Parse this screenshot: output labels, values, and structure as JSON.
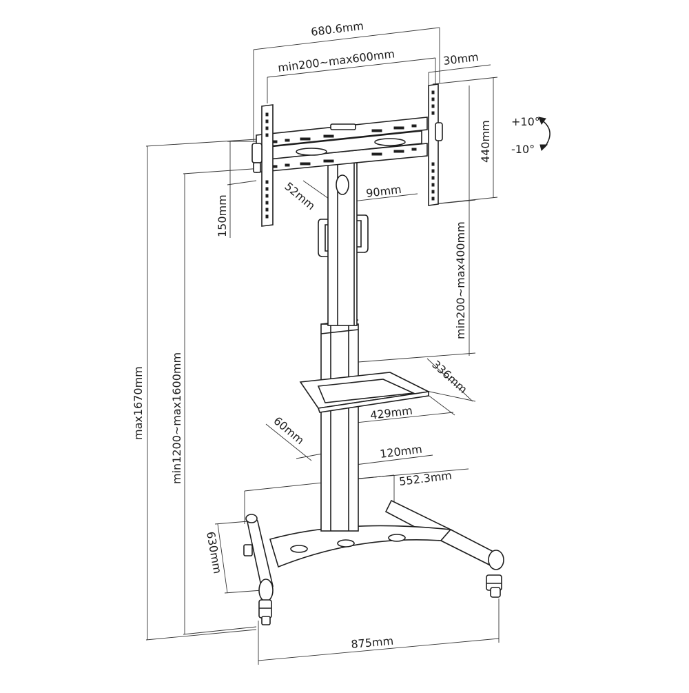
{
  "dimensions": {
    "overall_width": "680.6mm",
    "vesa_range": "min200~max600mm",
    "bracket_depth": "30mm",
    "bracket_height": "440mm",
    "tilt_up": "+10°",
    "tilt_down": "-10°",
    "arm_offset": "150mm",
    "pole_depth": "52mm",
    "pole_width": "90mm",
    "mount_height_adjust": "min200~max400mm",
    "shelf_depth": "336mm",
    "shelf_width": "429mm",
    "lower_pole_depth": "60mm",
    "lower_pole_width": "120mm",
    "base_inner_width": "552.3mm",
    "base_depth": "630mm",
    "max_height": "max1670mm",
    "height_range": "min1200~max1600mm",
    "base_width": "875mm"
  }
}
